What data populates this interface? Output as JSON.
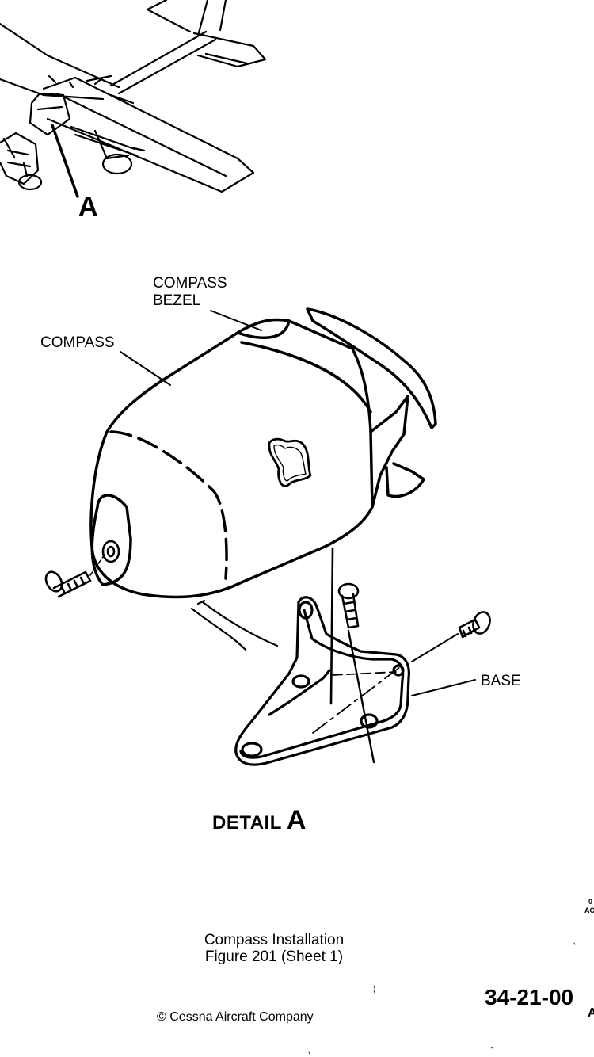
{
  "figure": {
    "callout_airplane": "A",
    "label_compass_bezel_line1": "COMPASS",
    "label_compass_bezel_line2": "BEZEL",
    "label_compass": "COMPASS",
    "label_base": "BASE",
    "detail_word": "DETAIL",
    "detail_letter": "A",
    "caption_title": "Compass Installation",
    "caption_figure": "Figure 201 (Sheet 1)"
  },
  "footer": {
    "document_number": "34-21-00",
    "copyright": "© Cessna Aircraft Company",
    "edge_text_1": "0",
    "edge_text_2": "AC",
    "edge_text_3": "A"
  }
}
